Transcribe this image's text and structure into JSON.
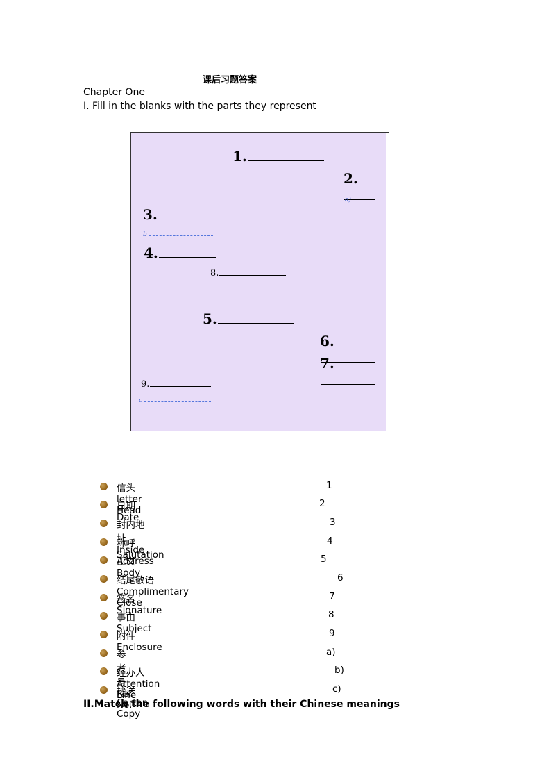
{
  "doc_title": "课后习题答案",
  "chapter": "Chapter One",
  "section1": "I. Fill  in the blanks with the parts they represent",
  "diagram": {
    "blank1": "1.",
    "blank2": "2.",
    "sub_a": "a)",
    "blank3": "3.",
    "sub_b": "b",
    "blank4": "4.",
    "blank8": "8.",
    "blank5": "5.",
    "blank6": "6.",
    "blank7": "7.",
    "blank9": "9.",
    "sub_c": "c"
  },
  "items": [
    {
      "label": "信头  letter Head",
      "num": "1"
    },
    {
      "label": "日期  Date",
      "num": "2"
    },
    {
      "label": "封内地址  Inside Address",
      "num": "3"
    },
    {
      "label": "称呼  Salutation",
      "num": "4"
    },
    {
      "label": "正文  Body",
      "num": "5"
    },
    {
      "label": "结尾敬语  Complimentary  Close",
      "num": "6"
    },
    {
      "label": "签名  Signature",
      "num": "7"
    },
    {
      "label": "事由  Subject",
      "num": "8"
    },
    {
      "label": "附件  Enclosure",
      "num": "9"
    },
    {
      "label": "参考号  Ref. No.",
      "num": "a)"
    },
    {
      "label": "经办人  Attention Line",
      "num": "b)"
    },
    {
      "label": "抄送  Carton Copy",
      "num": "c)"
    }
  ],
  "section2": "II.Match the following words with their Chinese meanings"
}
